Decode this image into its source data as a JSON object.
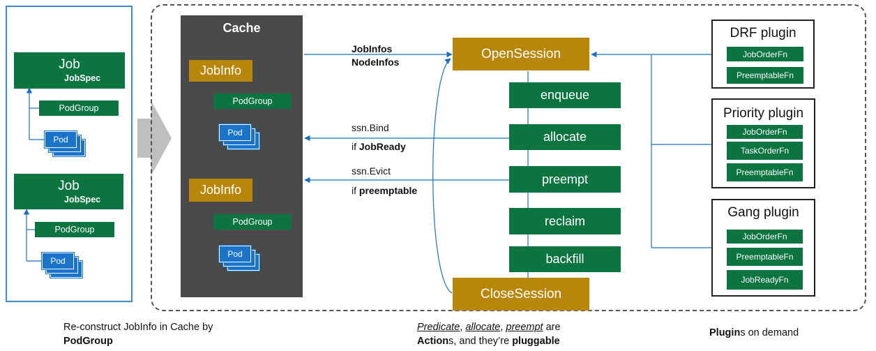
{
  "left_panel": {
    "jobs": [
      {
        "title": "Job",
        "spec": "JobSpec",
        "podgroup": "PodGroup",
        "pod": "Pod"
      },
      {
        "title": "Job",
        "spec": "JobSpec",
        "podgroup": "PodGroup",
        "pod": "Pod"
      }
    ]
  },
  "cache": {
    "title": "Cache",
    "jobinfos": [
      {
        "label": "JobInfo",
        "podgroup": "PodGroup",
        "pod": "Pod"
      },
      {
        "label": "JobInfo",
        "podgroup": "PodGroup",
        "pod": "Pod"
      }
    ]
  },
  "arrows": {
    "top_line1": "JobInfos",
    "top_line2": "NodeInfos",
    "bind": "ssn.Bind",
    "bind_cond_prefix": "if ",
    "bind_cond": "JobReady",
    "evict": "ssn.Evict",
    "evict_cond_prefix": "if ",
    "evict_cond": "preemptable"
  },
  "session": {
    "open": "OpenSession",
    "close": "CloseSession",
    "actions": [
      "enqueue",
      "allocate",
      "preempt",
      "reclaim",
      "backfill"
    ]
  },
  "plugins": [
    {
      "title": "DRF plugin",
      "fns": [
        "JobOrderFn",
        "PreemptableFn"
      ]
    },
    {
      "title": "Priority plugin",
      "fns": [
        "JobOrderFn",
        "TaskOrderFn",
        "PreemptableFn"
      ]
    },
    {
      "title": "Gang plugin",
      "fns": [
        "JobOrderFn",
        "PreemptableFn",
        "JobReadyFn"
      ]
    }
  ],
  "captions": {
    "left_line1": "Re-construct JobInfo in Cache by",
    "left_line2": "PodGroup",
    "mid_predicate": "Predicate",
    "mid_comma1": ", ",
    "mid_allocate": "allocate",
    "mid_comma2": ", ",
    "mid_preempt": "preempt",
    "mid_are": " are",
    "mid_actions_bold": "Action",
    "mid_actions_rest": "s, and they’re ",
    "mid_pluggable": "pluggable",
    "right_bold": "Plugin",
    "right_rest": "s on demand"
  },
  "colors": {
    "green": "#0b7440",
    "gold": "#b8860b",
    "blue": "#1a74c9",
    "cache_bg": "#4a4a4a",
    "left_border": "#3f88d4"
  }
}
